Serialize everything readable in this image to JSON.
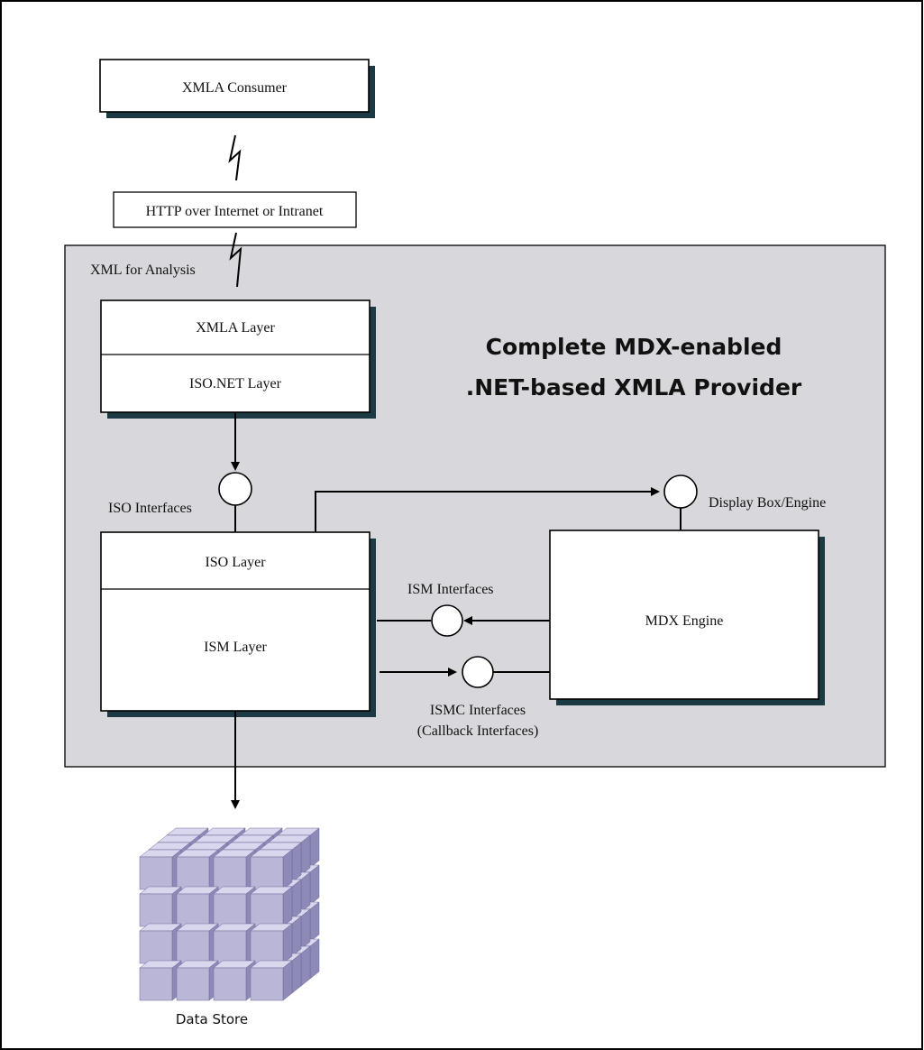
{
  "colors": {
    "region_fill": "#d8d8dc",
    "shadow": "#1c3a44",
    "cube_face": "#b9b6d8",
    "cube_top": "#d9d7ee",
    "cube_side": "#8e8ab8"
  },
  "consumer": {
    "label": "XMLA Consumer"
  },
  "transport": {
    "label": "HTTP over Internet or Intranet"
  },
  "region": {
    "label": "XML for Analysis",
    "title_line1": "Complete MDX-enabled",
    "title_line2": ".NET-based XMLA Provider"
  },
  "top_stack": {
    "xmla_layer": "XMLA Layer",
    "iso_net_layer": "ISO.NET Layer"
  },
  "interfaces": {
    "iso": "ISO Interfaces",
    "display": "Display Box/Engine",
    "ism": "ISM Interfaces",
    "ismc_line1": "ISMC Interfaces",
    "ismc_line2": "(Callback Interfaces)"
  },
  "bottom_stack": {
    "iso_layer": "ISO Layer",
    "ism_layer": "ISM Layer"
  },
  "engine": {
    "label": "MDX Engine"
  },
  "store": {
    "label": "Data Store"
  }
}
